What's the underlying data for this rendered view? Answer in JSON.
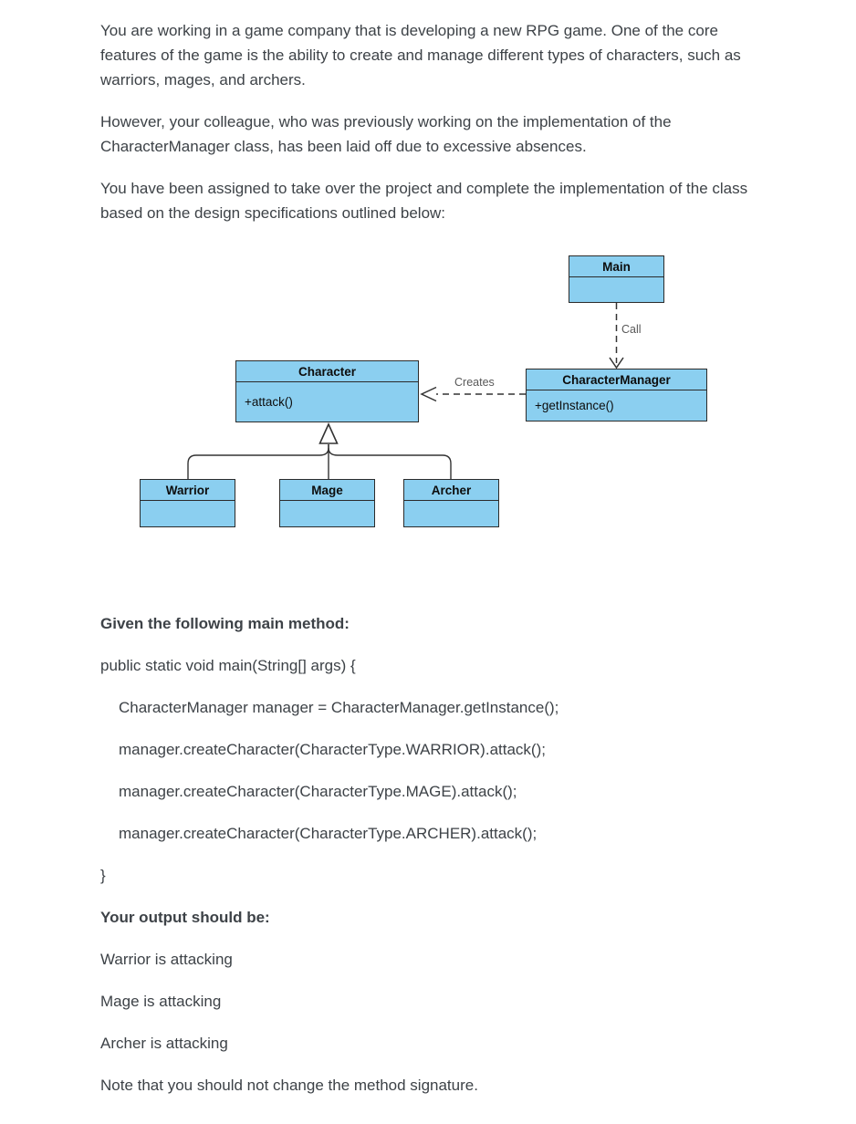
{
  "intro": [
    "You are working in a game company that is developing a new RPG game. One of the core features of the game is the ability to create and manage different types of characters, such as warriors, mages, and archers.",
    "However, your colleague, who was previously working on the implementation of the CharacterManager class, has been laid off due to excessive absences.",
    "You have been assigned to take over the project and complete the implementation of the class based on the design specifications outlined below:"
  ],
  "diagram": {
    "classes": [
      {
        "name": "Main",
        "methods": []
      },
      {
        "name": "CharacterManager",
        "methods": [
          "+getInstance()"
        ]
      },
      {
        "name": "Character",
        "methods": [
          "+attack()"
        ]
      },
      {
        "name": "Warrior",
        "methods": []
      },
      {
        "name": "Mage",
        "methods": []
      },
      {
        "name": "Archer",
        "methods": []
      }
    ],
    "relationships": [
      {
        "from": "Main",
        "to": "CharacterManager",
        "type": "dependency",
        "label": "Call"
      },
      {
        "from": "CharacterManager",
        "to": "Character",
        "type": "dependency",
        "label": "Creates"
      },
      {
        "from": "Warrior",
        "to": "Character",
        "type": "inheritance"
      },
      {
        "from": "Mage",
        "to": "Character",
        "type": "inheritance"
      },
      {
        "from": "Archer",
        "to": "Character",
        "type": "inheritance"
      }
    ],
    "labels": {
      "call": "Call",
      "creates": "Creates"
    },
    "colors": {
      "box_fill": "#8BCFF0",
      "box_border": "#2b2b2b",
      "line": "#333333",
      "label_text": "#595959"
    }
  },
  "code_section": {
    "heading": "Given the following main method:",
    "lines": [
      "public static void main(String[] args) {",
      "CharacterManager manager = CharacterManager.getInstance();",
      "manager.createCharacter(CharacterType.WARRIOR).attack();",
      "manager.createCharacter(CharacterType.MAGE).attack();",
      "manager.createCharacter(CharacterType.ARCHER).attack();",
      "}"
    ]
  },
  "output_section": {
    "heading": "Your output should be:",
    "lines": [
      "Warrior is attacking",
      "Mage is attacking",
      "Archer is attacking"
    ]
  },
  "note": "Note that you should not change the method signature."
}
